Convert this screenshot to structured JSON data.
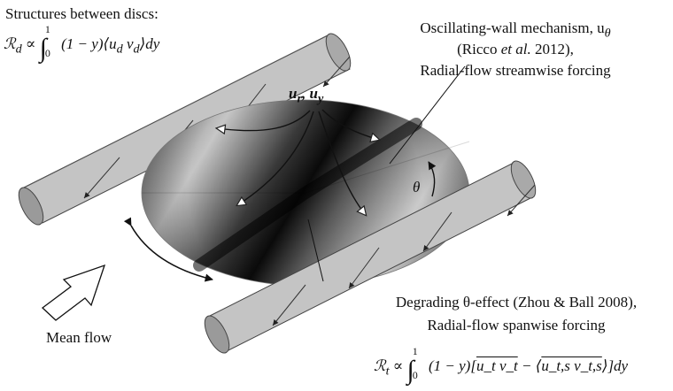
{
  "labels": {
    "structures_title": "Structures between discs:",
    "eq_d_lhs": "ℛ",
    "eq_d_sub": "d",
    "eq_d_prop": "∝",
    "eq_d_int": "∫",
    "eq_d_upper": "1",
    "eq_d_lower": "0",
    "eq_d_body": "(1 − y)⟨u",
    "eq_d_body_sub1": "d",
    "eq_d_body_v": " v",
    "eq_d_body_sub2": "d",
    "eq_d_end": "⟩dy",
    "oscillating_line1": "Oscillating-wall mechanism, u",
    "oscillating_sub": "θ",
    "ricco_open": "(Ricco ",
    "ricco_etal": "et al.",
    "ricco_close": " 2012),",
    "radial_streamwise": "Radial-flow streamwise forcing",
    "ur_uy": "u",
    "ur_sub": "r",
    "uy_sep": ", u",
    "uy_sub": "y",
    "theta": "θ",
    "degrading_line": "Degrading θ-effect (Zhou & Ball 2008),",
    "radial_spanwise": "Radial-flow spanwise forcing",
    "mean_flow": "Mean flow",
    "eq_t_lhs": "ℛ",
    "eq_t_sub": "t",
    "eq_t_prop": "∝",
    "eq_t_int": "∫",
    "eq_t_upper": "1",
    "eq_t_lower": "0",
    "eq_t_body": "(1 − y)[",
    "eq_t_hat1": "u_t v_t",
    "eq_t_mid": " − ⟨",
    "eq_t_hat2": "u_t,s v_t,s",
    "eq_t_end": "⟩]dy"
  },
  "colors": {
    "cylinder_fill": "#bdbdbd",
    "cylinder_end": "#8f8f8f",
    "disc_dark": "#111111",
    "disc_light": "#d9d9d9",
    "stroke": "#222222"
  }
}
